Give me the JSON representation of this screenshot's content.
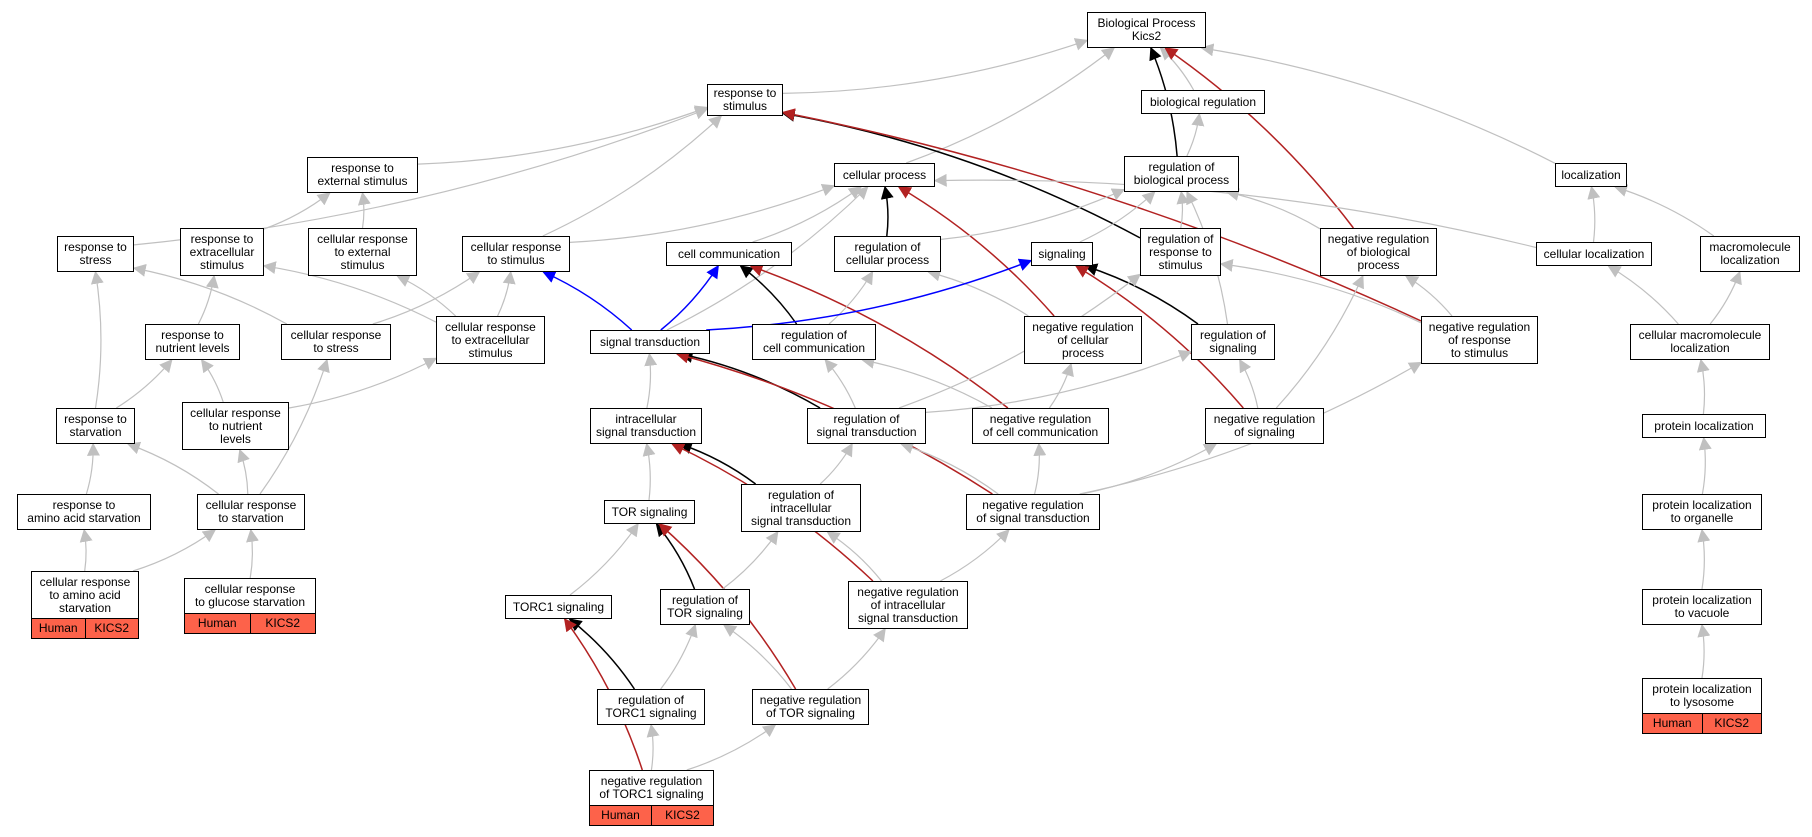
{
  "colors": {
    "edge_gray": "#c0c0c0",
    "edge_black": "#000000",
    "edge_red": "#b22222",
    "edge_blue": "#0000ff",
    "annotation_fill": "#fd624a"
  },
  "nodes": {
    "bp": "Biological Process\nKics2",
    "rts": "response to\nstimulus",
    "biol_reg": "biological regulation",
    "loc": "localization",
    "res_ext": "response to\nexternal stimulus",
    "cell_proc": "cellular process",
    "reg_bio": "regulation of\nbiological process",
    "res_stress": "response to\nstress",
    "res_extra": "response to\nextracellular\nstimulus",
    "cr_ext": "cellular response\nto external\nstimulus",
    "cr_stim": "cellular response\nto stimulus",
    "cell_comm": "cell communication",
    "reg_cp": "regulation of\ncellular process",
    "signaling": "signaling",
    "reg_rts": "regulation of\nresponse to\nstimulus",
    "neg_bio": "negative regulation\nof biological\nprocess",
    "cell_loc": "cellular localization",
    "macro_loc": "macromolecule\nlocalization",
    "res_nutr": "response to\nnutrient levels",
    "cr_stress": "cellular response\nto stress",
    "cr_extra": "cellular response\nto extracellular\nstimulus",
    "sig_trans": "signal transduction",
    "reg_cc": "regulation of\ncell communication",
    "neg_cp": "negative regulation\nof cellular\nprocess",
    "reg_sig": "regulation of\nsignaling",
    "neg_rts": "negative regulation\nof response\nto stimulus",
    "cml": "cellular macromolecule\nlocalization",
    "res_starv": "response to\nstarvation",
    "cr_nutr": "cellular response\nto nutrient\nlevels",
    "ist": "intracellular\nsignal transduction",
    "reg_st": "regulation of\nsignal transduction",
    "neg_cc": "negative regulation\nof cell communication",
    "neg_sig": "negative regulation\nof signaling",
    "prot_loc": "protein localization",
    "res_aa": "response to\namino acid starvation",
    "cr_starv": "cellular response\nto starvation",
    "tor": "TOR signaling",
    "reg_ist": "regulation of\nintracellular\nsignal transduction",
    "neg_st": "negative regulation\nof signal transduction",
    "prot_org": "protein localization\nto organelle",
    "cr_aa": "cellular response\nto amino acid\nstarvation",
    "cr_glu": "cellular response\nto glucose starvation",
    "torc1": "TORC1 signaling",
    "reg_tor": "regulation of\nTOR signaling",
    "neg_ist": "negative regulation\nof intracellular\nsignal transduction",
    "prot_vac": "protein localization\nto vacuole",
    "reg_torc1": "regulation of\nTORC1 signaling",
    "neg_tor": "negative regulation\nof TOR signaling",
    "prot_lys": "protein localization\nto lysosome",
    "neg_torc1": "negative regulation\nof TORC1 signaling"
  },
  "annotations": {
    "cr_aa": [
      "Human",
      "KICS2"
    ],
    "cr_glu": [
      "Human",
      "KICS2"
    ],
    "prot_lys": [
      "Human",
      "KICS2"
    ],
    "neg_torc1": [
      "Human",
      "KICS2"
    ]
  },
  "edges": [
    {
      "from": "rts",
      "to": "bp",
      "color": "gray"
    },
    {
      "from": "cell_proc",
      "to": "bp",
      "color": "gray"
    },
    {
      "from": "reg_bio",
      "to": "bp",
      "color": "black"
    },
    {
      "from": "biol_reg",
      "to": "bp",
      "color": "gray"
    },
    {
      "from": "loc",
      "to": "bp",
      "color": "gray"
    },
    {
      "from": "neg_bio",
      "to": "bp",
      "color": "red"
    },
    {
      "from": "reg_bio",
      "to": "biol_reg",
      "color": "gray"
    },
    {
      "from": "res_ext",
      "to": "rts",
      "color": "gray"
    },
    {
      "from": "res_stress",
      "to": "rts",
      "color": "gray"
    },
    {
      "from": "cr_stim",
      "to": "rts",
      "color": "gray"
    },
    {
      "from": "reg_rts",
      "to": "rts",
      "color": "black"
    },
    {
      "from": "neg_rts",
      "to": "rts",
      "color": "red"
    },
    {
      "from": "res_extra",
      "to": "res_ext",
      "color": "gray"
    },
    {
      "from": "cr_ext",
      "to": "res_ext",
      "color": "gray"
    },
    {
      "from": "cr_stim",
      "to": "cell_proc",
      "color": "gray"
    },
    {
      "from": "cell_comm",
      "to": "cell_proc",
      "color": "gray"
    },
    {
      "from": "reg_cp",
      "to": "cell_proc",
      "color": "black"
    },
    {
      "from": "sig_trans",
      "to": "cell_proc",
      "color": "gray"
    },
    {
      "from": "neg_cp",
      "to": "cell_proc",
      "color": "red"
    },
    {
      "from": "cell_loc",
      "to": "cell_proc",
      "color": "gray"
    },
    {
      "from": "reg_cp",
      "to": "reg_bio",
      "color": "gray"
    },
    {
      "from": "reg_rts",
      "to": "reg_bio",
      "color": "gray"
    },
    {
      "from": "neg_bio",
      "to": "reg_bio",
      "color": "gray"
    },
    {
      "from": "signaling",
      "to": "reg_bio",
      "color": "gray"
    },
    {
      "from": "reg_sig",
      "to": "reg_bio",
      "color": "gray"
    },
    {
      "from": "cell_loc",
      "to": "loc",
      "color": "gray"
    },
    {
      "from": "macro_loc",
      "to": "loc",
      "color": "gray"
    },
    {
      "from": "res_starv",
      "to": "res_stress",
      "color": "gray"
    },
    {
      "from": "cr_stress",
      "to": "res_stress",
      "color": "gray"
    },
    {
      "from": "res_nutr",
      "to": "res_extra",
      "color": "gray"
    },
    {
      "from": "cr_extra",
      "to": "res_extra",
      "color": "gray"
    },
    {
      "from": "cr_extra",
      "to": "cr_ext",
      "color": "gray"
    },
    {
      "from": "cr_stress",
      "to": "cr_stim",
      "color": "gray"
    },
    {
      "from": "cr_extra",
      "to": "cr_stim",
      "color": "gray"
    },
    {
      "from": "sig_trans",
      "to": "cr_stim",
      "color": "blue"
    },
    {
      "from": "sig_trans",
      "to": "cell_comm",
      "color": "blue"
    },
    {
      "from": "reg_cc",
      "to": "cell_comm",
      "color": "black"
    },
    {
      "from": "neg_cc",
      "to": "cell_comm",
      "color": "red"
    },
    {
      "from": "reg_cc",
      "to": "reg_cp",
      "color": "gray"
    },
    {
      "from": "neg_cp",
      "to": "reg_cp",
      "color": "gray"
    },
    {
      "from": "sig_trans",
      "to": "signaling",
      "color": "blue"
    },
    {
      "from": "reg_sig",
      "to": "signaling",
      "color": "black"
    },
    {
      "from": "neg_sig",
      "to": "signaling",
      "color": "red"
    },
    {
      "from": "neg_rts",
      "to": "reg_rts",
      "color": "gray"
    },
    {
      "from": "reg_st",
      "to": "reg_rts",
      "color": "gray"
    },
    {
      "from": "neg_rts",
      "to": "neg_bio",
      "color": "gray"
    },
    {
      "from": "neg_sig",
      "to": "neg_bio",
      "color": "gray"
    },
    {
      "from": "cml",
      "to": "cell_loc",
      "color": "gray"
    },
    {
      "from": "cml",
      "to": "macro_loc",
      "color": "gray"
    },
    {
      "from": "prot_loc",
      "to": "cml",
      "color": "gray"
    },
    {
      "from": "prot_org",
      "to": "prot_loc",
      "color": "gray"
    },
    {
      "from": "prot_vac",
      "to": "prot_org",
      "color": "gray"
    },
    {
      "from": "prot_lys",
      "to": "prot_vac",
      "color": "gray"
    },
    {
      "from": "res_starv",
      "to": "res_nutr",
      "color": "gray"
    },
    {
      "from": "cr_nutr",
      "to": "res_nutr",
      "color": "gray"
    },
    {
      "from": "cr_starv",
      "to": "cr_stress",
      "color": "gray"
    },
    {
      "from": "cr_nutr",
      "to": "cr_extra",
      "color": "gray"
    },
    {
      "from": "ist",
      "to": "sig_trans",
      "color": "gray"
    },
    {
      "from": "reg_st",
      "to": "sig_trans",
      "color": "black"
    },
    {
      "from": "neg_st",
      "to": "sig_trans",
      "color": "red"
    },
    {
      "from": "reg_st",
      "to": "reg_cc",
      "color": "gray"
    },
    {
      "from": "neg_cc",
      "to": "reg_cc",
      "color": "gray"
    },
    {
      "from": "neg_cc",
      "to": "neg_cp",
      "color": "gray"
    },
    {
      "from": "reg_st",
      "to": "reg_sig",
      "color": "gray"
    },
    {
      "from": "neg_sig",
      "to": "reg_sig",
      "color": "gray"
    },
    {
      "from": "neg_st",
      "to": "neg_rts",
      "color": "gray"
    },
    {
      "from": "res_aa",
      "to": "res_starv",
      "color": "gray"
    },
    {
      "from": "cr_starv",
      "to": "res_starv",
      "color": "gray"
    },
    {
      "from": "cr_starv",
      "to": "cr_nutr",
      "color": "gray"
    },
    {
      "from": "tor",
      "to": "ist",
      "color": "gray"
    },
    {
      "from": "reg_ist",
      "to": "ist",
      "color": "black"
    },
    {
      "from": "neg_ist",
      "to": "ist",
      "color": "red"
    },
    {
      "from": "reg_ist",
      "to": "reg_st",
      "color": "gray"
    },
    {
      "from": "neg_st",
      "to": "reg_st",
      "color": "gray"
    },
    {
      "from": "neg_st",
      "to": "neg_cc",
      "color": "gray"
    },
    {
      "from": "neg_st",
      "to": "neg_sig",
      "color": "gray"
    },
    {
      "from": "cr_aa",
      "to": "res_aa",
      "color": "gray"
    },
    {
      "from": "cr_aa",
      "to": "cr_starv",
      "color": "gray"
    },
    {
      "from": "cr_glu",
      "to": "cr_starv",
      "color": "gray"
    },
    {
      "from": "torc1",
      "to": "tor",
      "color": "gray"
    },
    {
      "from": "reg_tor",
      "to": "tor",
      "color": "black"
    },
    {
      "from": "neg_tor",
      "to": "tor",
      "color": "red"
    },
    {
      "from": "reg_tor",
      "to": "reg_ist",
      "color": "gray"
    },
    {
      "from": "neg_ist",
      "to": "reg_ist",
      "color": "gray"
    },
    {
      "from": "neg_ist",
      "to": "neg_st",
      "color": "gray"
    },
    {
      "from": "reg_torc1",
      "to": "torc1",
      "color": "black"
    },
    {
      "from": "neg_torc1",
      "to": "torc1",
      "color": "red"
    },
    {
      "from": "reg_torc1",
      "to": "reg_tor",
      "color": "gray"
    },
    {
      "from": "neg_tor",
      "to": "reg_tor",
      "color": "gray"
    },
    {
      "from": "neg_tor",
      "to": "neg_ist",
      "color": "gray"
    },
    {
      "from": "neg_torc1",
      "to": "reg_torc1",
      "color": "gray"
    },
    {
      "from": "neg_torc1",
      "to": "neg_tor",
      "color": "gray"
    }
  ]
}
